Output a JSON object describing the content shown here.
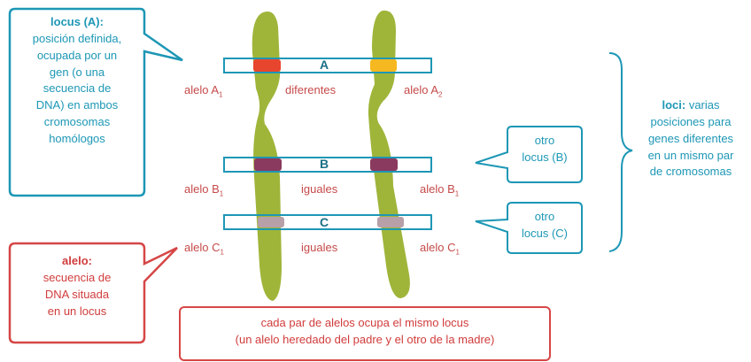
{
  "locus_box": {
    "title": "locus (A):",
    "lines": [
      "posición definida,",
      "ocupada por un",
      "gen (o una",
      "secuencia de",
      "DNA) en ambos",
      "cromosomas",
      "homólogos"
    ]
  },
  "alelo_box": {
    "title": "alelo:",
    "lines": [
      "secuencia de",
      "DNA situada",
      "en un locus"
    ]
  },
  "otro_b": {
    "lines": [
      "otro",
      "locus (B)"
    ]
  },
  "otro_c": {
    "lines": [
      "otro",
      "locus (C)"
    ]
  },
  "loci_note": {
    "title": "loci:",
    "first_rest": " varias",
    "lines": [
      "posiciones para",
      "genes diferentes",
      "en un mismo par",
      "de cromosomas"
    ]
  },
  "bottom_box": {
    "lines": [
      "cada par de alelos ocupa el mismo locus",
      "(un alelo heredado del padre y el otro de la madre)"
    ]
  },
  "loci": [
    {
      "letter": "A",
      "left_label": "alelo A",
      "left_sub": "1",
      "middle": "diferentes",
      "right_label": "alelo A",
      "right_sub": "2",
      "band_left": "#e8452e",
      "band_right": "#f5b820"
    },
    {
      "letter": "B",
      "left_label": "alelo B",
      "left_sub": "1",
      "middle": "iguales",
      "right_label": "alelo B",
      "right_sub": "1",
      "band_left": "#8a3a5e",
      "band_right": "#8a3a5e"
    },
    {
      "letter": "C",
      "left_label": "alelo C",
      "left_sub": "1",
      "middle": "iguales",
      "right_label": "alelo C",
      "right_sub": "1",
      "band_left": "#b7a0a8",
      "band_right": "#b7a0a8"
    }
  ],
  "colors": {
    "chromosome": "#9fb53a",
    "blue_border": "#1d97b5",
    "red_border": "#d64646"
  }
}
